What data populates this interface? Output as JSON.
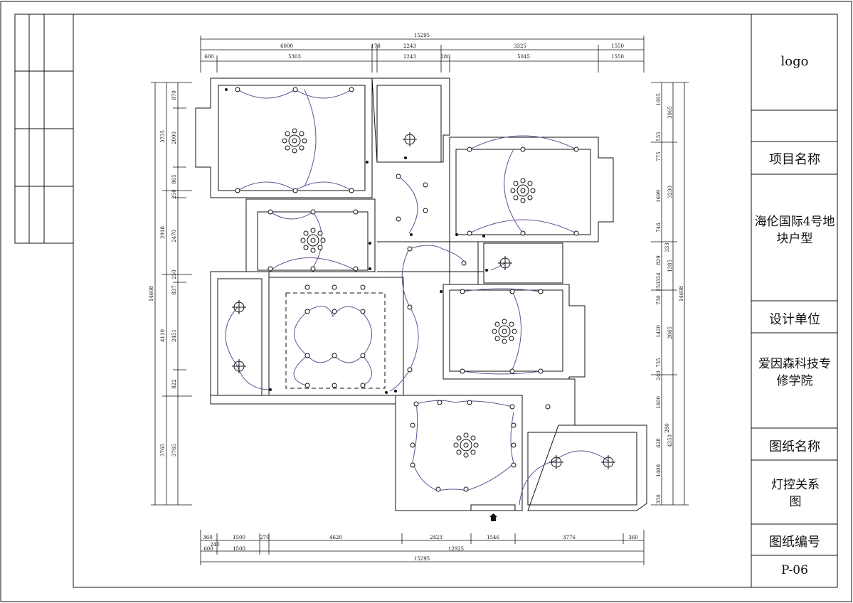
{
  "title_block": {
    "logo": "logo",
    "project_name_label": "项目名称",
    "project_name": "海伦国际4号地块户型",
    "design_unit_label": "设计单位",
    "design_unit": "爱因森科技专修学院",
    "drawing_name_label": "图纸名称",
    "drawing_name": "灯控关系图",
    "drawing_number_label": "图纸编号",
    "drawing_number": "P-06"
  },
  "dimensions": {
    "top_total": "15295",
    "top_row1": [
      "6000",
      "178",
      "2243",
      "3325",
      "1550"
    ],
    "top_row2": [
      "600",
      "5303",
      "2243",
      "280",
      "5045",
      "1550"
    ],
    "bottom_row1": [
      "360",
      "1500",
      "270",
      "4620",
      "2423",
      "1546",
      "3776",
      "360"
    ],
    "bottom_row2": [
      "600",
      "240",
      "1500",
      "12925"
    ],
    "bottom_total": "15295",
    "left_total": "14608",
    "left_outer": [
      "3735",
      "2918",
      "4110",
      "3765"
    ],
    "left_inner": [
      "870",
      "2000",
      "865",
      "250",
      "2470",
      "250",
      "837",
      "2451",
      "822",
      "3765"
    ],
    "right_total": "14608",
    "right_outer": [
      "3065",
      "3230",
      "1385",
      "2865",
      "4350"
    ],
    "right_inner": [
      "1005",
      "535",
      "775",
      "1699",
      "746",
      "333",
      "829",
      "354",
      "250",
      "730",
      "1420",
      "735",
      "240",
      "1600",
      "280",
      "628",
      "1400",
      "350"
    ]
  },
  "colors": {
    "line": "#111111",
    "circuit": "#6a4c93",
    "background": "#ffffff"
  }
}
